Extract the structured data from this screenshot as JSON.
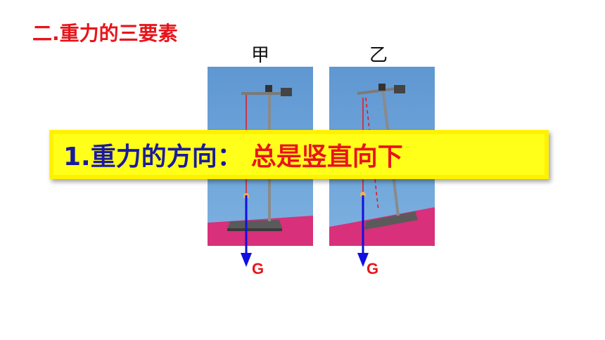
{
  "slide": {
    "title": "二.重力的三要素",
    "label_left": "甲",
    "label_right": "乙",
    "banner_prefix": "1.重力的方向：",
    "banner_answer": "总是竖直向下",
    "force_label_left": "G",
    "force_label_right": "G"
  },
  "colors": {
    "title": "#e8141b",
    "banner_bg": "#fff200",
    "banner_prefix": "#1a1aa0",
    "banner_answer": "#e8141b",
    "arrow": "#1010e0",
    "plumb_line": "#e8141b",
    "photo_wall": "#6fa3d8",
    "photo_table": "#d8307a"
  },
  "icons": {
    "left_photo": "retort-stand-photo",
    "right_photo": "tilted-retort-stand-photo",
    "force_arrow": "arrow-down-icon"
  }
}
